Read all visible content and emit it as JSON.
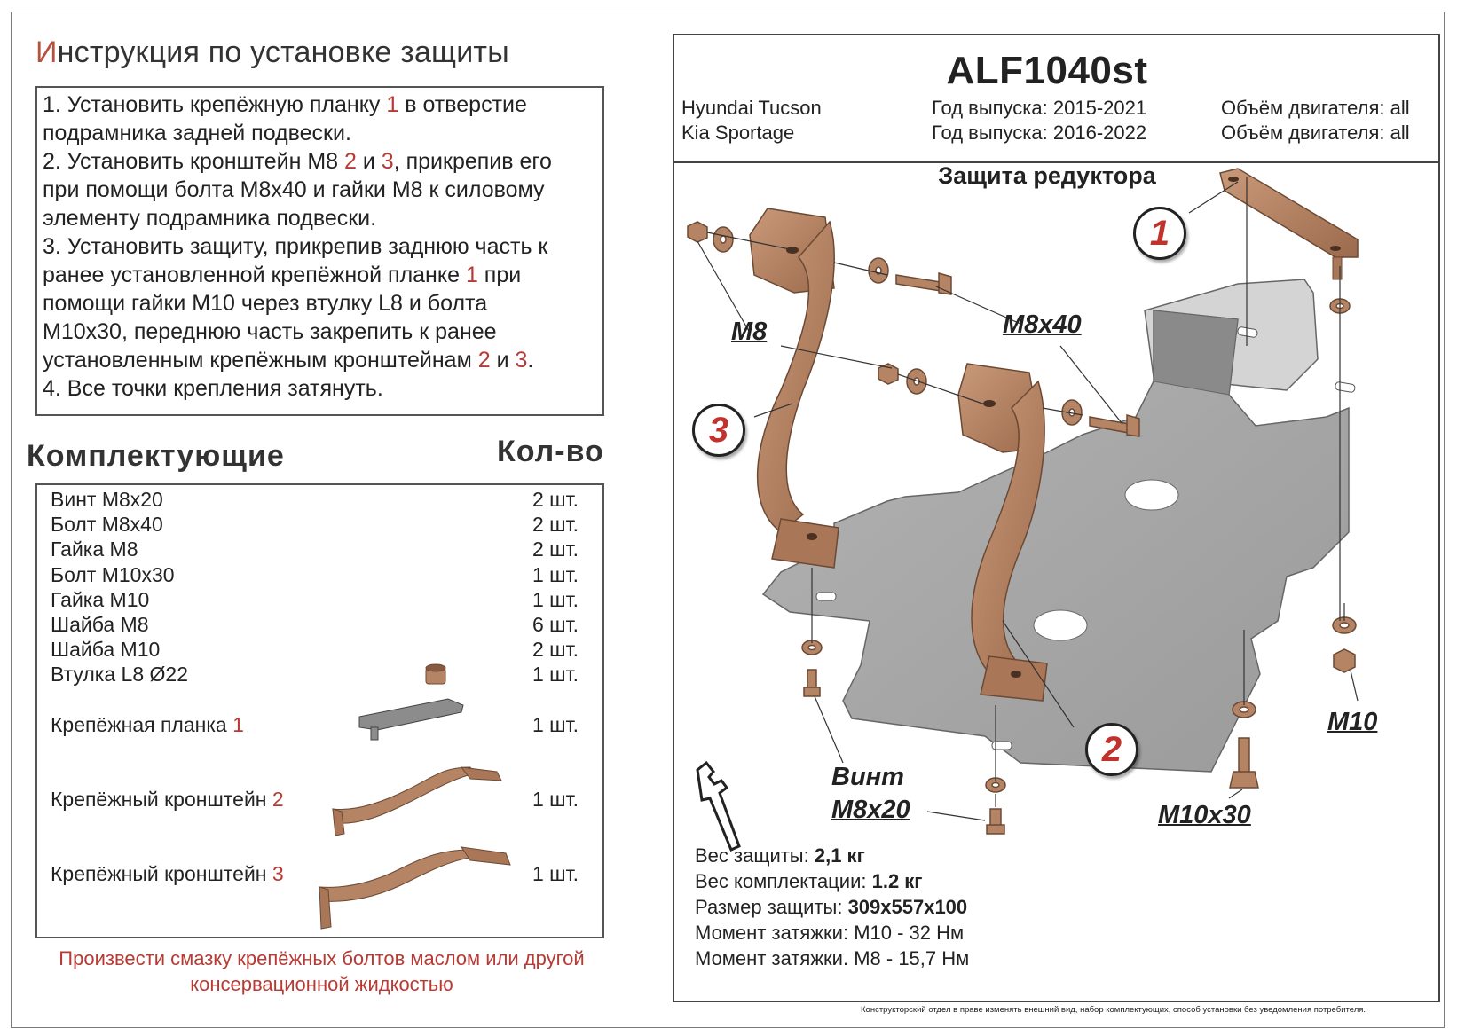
{
  "instructions": {
    "title_first_letter": "И",
    "title_rest": "нструкция по установке защиты",
    "lines": [
      {
        "t1": "1.  Установить крепёжную планку ",
        "r1": "1",
        "t2": " в отверстие",
        "r2": "",
        "t3": "",
        "r3": "",
        "t4": ""
      },
      {
        "t1": "подрамника задней подвески.",
        "r1": "",
        "t2": "",
        "r2": "",
        "t3": "",
        "r3": "",
        "t4": ""
      },
      {
        "t1": "2.  Установить кронштейн М8 ",
        "r1": "2",
        "t2": " и ",
        "r2": "3",
        "t3": ", прикрепив его",
        "r3": "",
        "t4": ""
      },
      {
        "t1": "при помощи болта М8х40 и гайки М8 к силовому",
        "r1": "",
        "t2": "",
        "r2": "",
        "t3": "",
        "r3": "",
        "t4": ""
      },
      {
        "t1": "элементу подрамника подвески.",
        "r1": "",
        "t2": "",
        "r2": "",
        "t3": "",
        "r3": "",
        "t4": ""
      },
      {
        "t1": "3.  Установить защиту, прикрепив заднюю часть к",
        "r1": "",
        "t2": "",
        "r2": "",
        "t3": "",
        "r3": "",
        "t4": ""
      },
      {
        "t1": "ранее установленной крепёжной планке ",
        "r1": "1",
        "t2": " при",
        "r2": "",
        "t3": "",
        "r3": "",
        "t4": ""
      },
      {
        "t1": "помощи гайки М10 через втулку L8 и болта",
        "r1": "",
        "t2": "",
        "r2": "",
        "t3": "",
        "r3": "",
        "t4": ""
      },
      {
        "t1": "М10х30, переднюю часть закрепить к ранее",
        "r1": "",
        "t2": "",
        "r2": "",
        "t3": "",
        "r3": "",
        "t4": ""
      },
      {
        "t1": "установленным  крепёжным кронштейнам ",
        "r1": "2",
        "t2": " и ",
        "r2": "3",
        "t3": ".",
        "r3": "",
        "t4": ""
      },
      {
        "t1": "4.  Все точки крепления затянуть.",
        "r1": "",
        "t2": "",
        "r2": "",
        "t3": "",
        "r3": "",
        "t4": ""
      }
    ]
  },
  "kit": {
    "heading": "Комплектующие",
    "qty_heading": "Кол-во",
    "items": [
      {
        "name": "Винт М8х20",
        "num": "",
        "qty": "2 шт."
      },
      {
        "name": "Болт М8х40",
        "num": "",
        "qty": "2 шт."
      },
      {
        "name": "Гайка М8",
        "num": "",
        "qty": "2 шт."
      },
      {
        "name": "Болт М10х30",
        "num": "",
        "qty": "1 шт."
      },
      {
        "name": "Гайка М10",
        "num": "",
        "qty": "1 шт."
      },
      {
        "name": "Шайба М8",
        "num": "",
        "qty": "6 шт."
      },
      {
        "name": "Шайба М10",
        "num": "",
        "qty": "2 шт."
      },
      {
        "name": "Втулка L8 Ø22",
        "num": "",
        "qty": "1 шт."
      },
      {
        "name": "Крепёжная планка ",
        "num": "1",
        "qty": "1 шт."
      },
      {
        "name": "Крепёжный кронштейн ",
        "num": "2",
        "qty": "1 шт."
      },
      {
        "name": "Крепёжный кронштейн ",
        "num": "3",
        "qty": "1 шт."
      }
    ]
  },
  "note": "Произвести смазку крепёжных болтов маслом или другой консервационной жидкостью",
  "product": {
    "model": "ALF1040st",
    "cars": [
      {
        "car": "Hyundai Tucson",
        "year": "Год выпуска: 2015-2021",
        "engine": "Объём двигателя: all"
      },
      {
        "car": "Kia Sportage",
        "year": "Год выпуска: 2016-2022",
        "engine": "Объём двигателя: all"
      }
    ],
    "part_title": "Защита редуктора"
  },
  "diagram_labels": {
    "m8": "М8",
    "m8x40": "М8х40",
    "m10": "М10",
    "m10x30": "М10х30",
    "vint": "Винт",
    "m8x20": "М8х20",
    "callout_1": "1",
    "callout_2": "2",
    "callout_3": "3"
  },
  "specs": [
    {
      "label": "Вес защиты: ",
      "value": "2,1 кг"
    },
    {
      "label": "Вес комплектации: ",
      "value": "1.2 кг"
    },
    {
      "label": "Размер защиты: ",
      "value": "309х557х100"
    },
    {
      "label": "Момент затяжки:  ",
      "value": "М10 - 32 Нм"
    },
    {
      "label": "Момент затяжки.  ",
      "value": "М8 - 15,7 Нм"
    }
  ],
  "disclaimer": "Конструкторский отдел в праве изменять внешний вид, набор комплектующих, способ установки без уведомления потребителя.",
  "colors": {
    "bracket": "#b48465",
    "plate": "#a9a9a9",
    "plate_light": "#c9c9c9",
    "accent_red": "#b83a34"
  }
}
